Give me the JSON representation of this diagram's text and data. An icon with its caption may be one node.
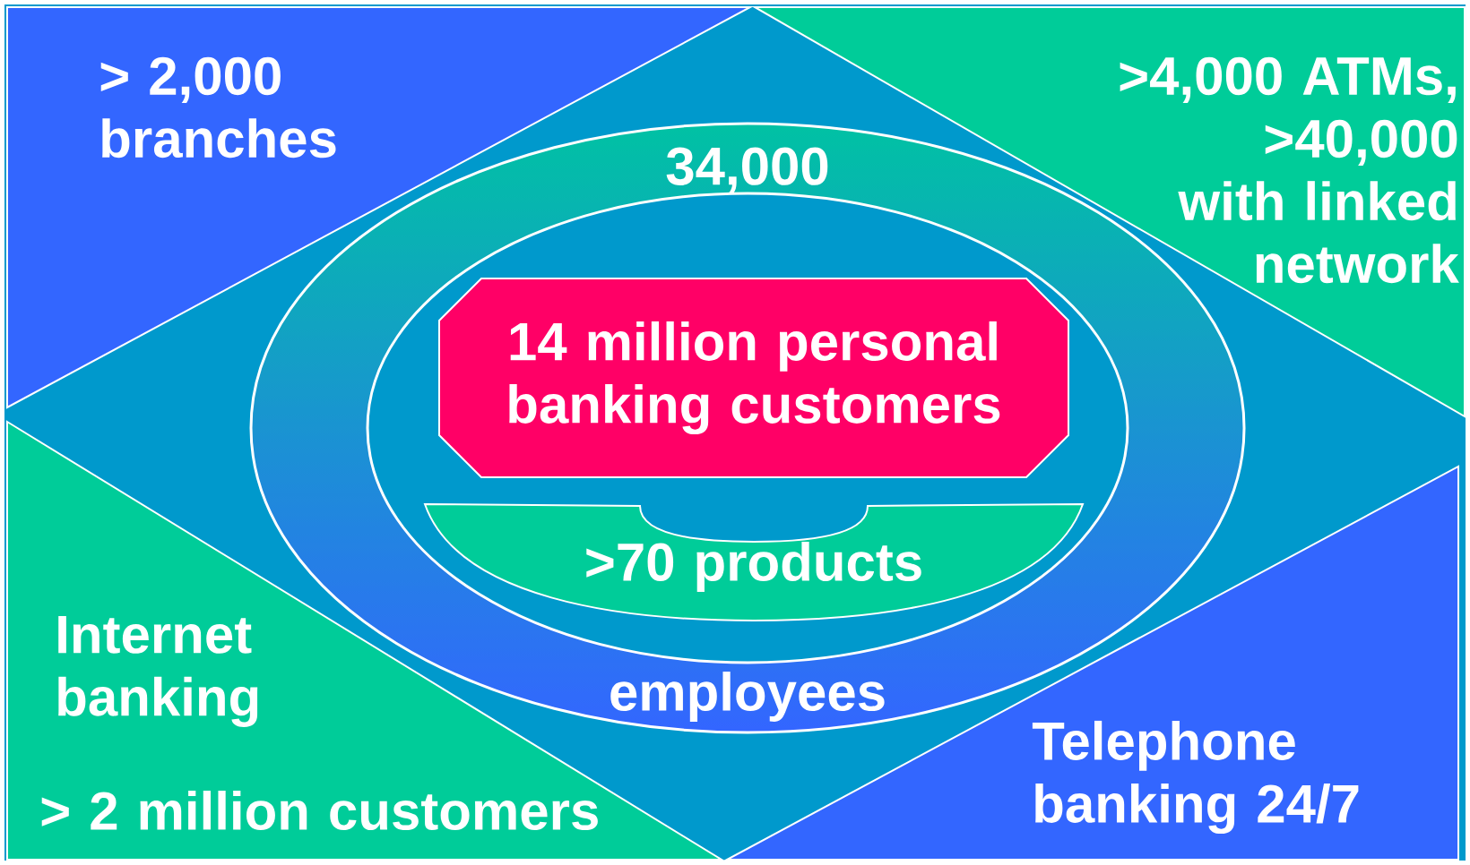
{
  "diagram": {
    "nodes": [
      {
        "text": [
          "> 2,000 branches"
        ]
      },
      {
        "text": [
          ">4,000 ATMs, >40,000 with linked network"
        ]
      },
      {
        "text": [
          "34,000",
          "employees"
        ]
      },
      {
        "text": [],
        "shape": "ellipse",
        "in": 2
      },
      {
        "text": [
          "14 million personal banking customers"
        ],
        "in": 3
      },
      {
        "text": [
          ">70 products"
        ],
        "in": 3
      },
      {
        "text": [
          "Internet banking",
          "> 2 million customers"
        ]
      },
      {
        "text": [
          "Telephone banking 24/7"
        ]
      }
    ]
  }
}
